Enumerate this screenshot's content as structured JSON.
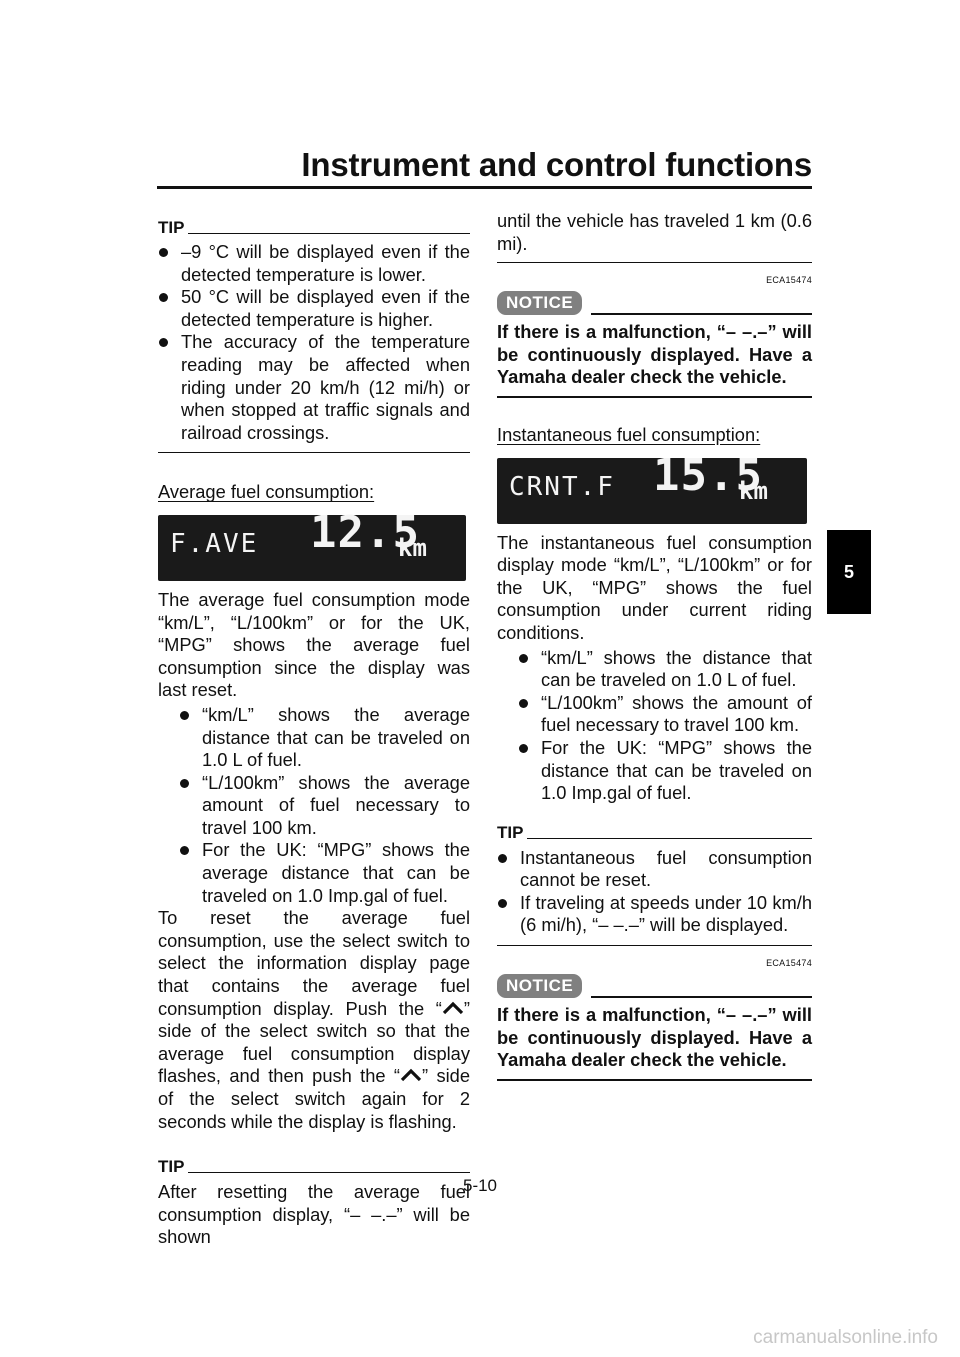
{
  "header": {
    "title": "Instrument and control functions"
  },
  "chapter_tab": "5",
  "page_number": "5-10",
  "watermark": "carmanualsonline.info",
  "left": {
    "tip1": {
      "label": "TIP",
      "items": [
        "–9 °C will be displayed even if the detected temperature is lower.",
        "50 °C will be displayed even if the detected temperature is higher.",
        "The accuracy of the temperature reading may be affected when riding under 20 km/h (12 mi/h) or when stopped at traffic signals and railroad crossings."
      ]
    },
    "avg_heading": "Average fuel consumption:",
    "avg_display": {
      "label": "F.AVE",
      "value": "12.5",
      "unit": "km"
    },
    "avg_intro": "The average fuel consumption mode “km/L”, “L/100km” or for the UK, “MPG” shows the average fuel consumption since the display was last reset.",
    "avg_items": [
      "“km/L” shows the average distance that can be traveled on 1.0 L of fuel.",
      "“L/100km” shows the average amount of fuel necessary to travel 100 km.",
      "For the UK: “MPG” shows the average distance that can be traveled on 1.0 Imp.gal of fuel."
    ],
    "reset": {
      "p1": "To reset the average fuel consumption, use the select switch to select the information display page that contains the average fuel consumption display. Push the “",
      "p2": "” side of the select switch so that the average fuel consumption display flashes, and then push the “",
      "p3": "” side of the select switch again for 2 seconds while the display is flashing."
    },
    "tip2": {
      "label": "TIP",
      "text": "After resetting the average fuel consumption display, “– –.–” will be shown"
    }
  },
  "right": {
    "tip2_cont": "until the vehicle has traveled 1 km (0.6 mi).",
    "notice1": {
      "code": "ECA15474",
      "badge": "NOTICE",
      "text": "If there is a malfunction, “– –.–” will be continuously displayed. Have a Yamaha dealer check the vehicle."
    },
    "inst_heading": "Instantaneous fuel consumption:",
    "inst_display": {
      "label": "CRNT.F",
      "value": "15.5",
      "unit": "km"
    },
    "inst_intro": "The instantaneous fuel consumption display mode “km/L”, “L/100km” or for the UK, “MPG” shows the fuel consumption under current riding conditions.",
    "inst_items": [
      "“km/L” shows the distance that can be traveled on 1.0 L of fuel.",
      "“L/100km” shows the amount of fuel necessary to travel 100 km.",
      "For the UK: “MPG” shows the distance that can be traveled on 1.0 Imp.gal of fuel."
    ],
    "tip3": {
      "label": "TIP",
      "items": [
        "Instantaneous fuel consumption cannot be reset.",
        "If traveling at speeds under 10 km/h (6 mi/h), “– –.–” will be displayed."
      ]
    },
    "notice2": {
      "code": "ECA15474",
      "badge": "NOTICE",
      "text": "If there is a malfunction, “– –.–” will be continuously displayed. Have a Yamaha dealer check the vehicle."
    }
  }
}
